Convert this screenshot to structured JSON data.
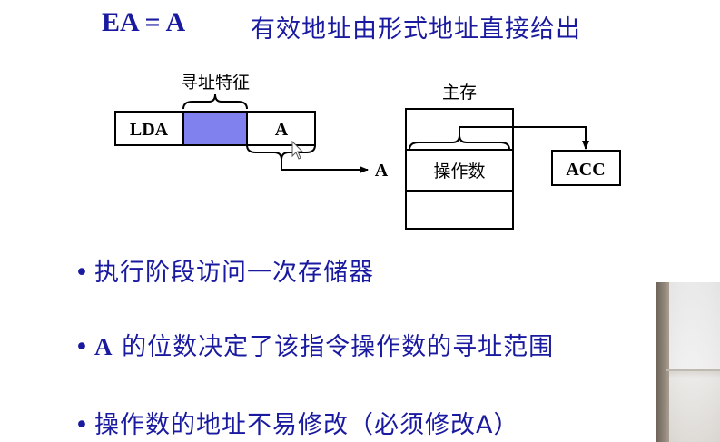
{
  "title": {
    "formula": "EA = A",
    "description": "有效地址由形式地址直接给出"
  },
  "diagram": {
    "addressing_feature_label": "寻址特征",
    "instruction_fields": [
      "LDA",
      "",
      "A"
    ],
    "address_arrow_label": "A",
    "memory_label": "主存",
    "memory_cell_label": "操作数",
    "accumulator_label": "ACC",
    "colors": {
      "feature_field_fill": "#8080ee",
      "line": "#000000"
    }
  },
  "bullets": [
    {
      "bold_prefix": "",
      "text": "执行阶段访问一次存储器"
    },
    {
      "bold_prefix": "A",
      "text": " 的位数决定了该指令操作数的寻址范围"
    },
    {
      "bold_prefix": "",
      "text": "操作数的地址不易修改（必须修改A）"
    }
  ],
  "bullet_symbol": "•",
  "colors": {
    "text": "#1a1aa0",
    "background": "#ffffff"
  }
}
